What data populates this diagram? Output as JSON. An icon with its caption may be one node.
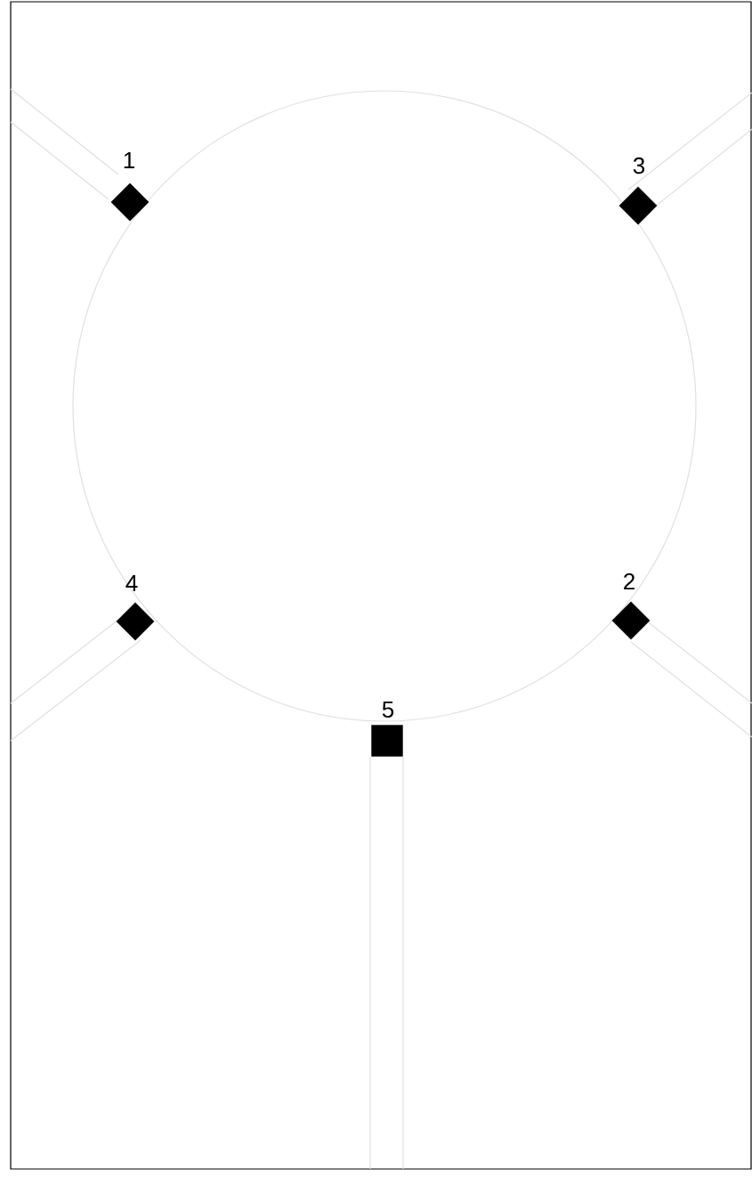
{
  "diagram": {
    "nodes": [
      {
        "text": [
          "1"
        ]
      },
      {
        "text": [
          "3"
        ]
      },
      {
        "text": [
          "4"
        ]
      },
      {
        "text": [
          "2"
        ]
      },
      {
        "text": [
          "5"
        ]
      }
    ]
  }
}
